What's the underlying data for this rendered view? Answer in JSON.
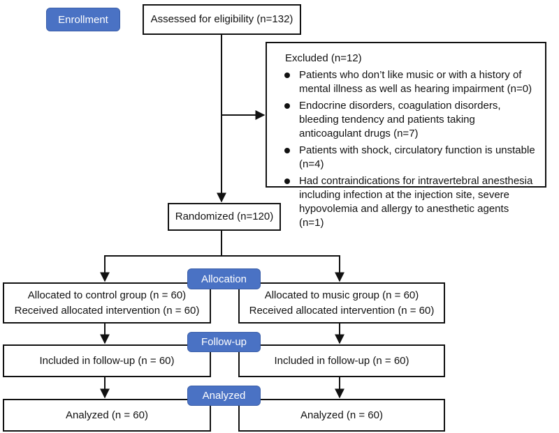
{
  "stages": {
    "enrollment": "Enrollment",
    "allocation": "Allocation",
    "follow_up": "Follow-up",
    "analyzed": "Analyzed"
  },
  "assessed": "Assessed for eligibility (n=132)",
  "excluded": {
    "title": "Excluded (n=12)",
    "items": [
      "Patients who don’t like music or with a history of mental illness as well as hearing impairment (n=0)",
      "Endocrine disorders, coagulation disorders, bleeding tendency and patients taking anticoagulant drugs (n=7)",
      "Patients with shock, circulatory function is unstable (n=4)",
      "Had contraindications for intravertebral anesthesia including infection at the injection site, severe hypovolemia and allergy to anesthetic agents (n=1)"
    ]
  },
  "randomized": "Randomized (n=120)",
  "control": {
    "allocated": "Allocated to control group (n = 60)",
    "received": "Received allocated intervention (n = 60)",
    "followup": "Included in follow-up (n = 60)",
    "analyzed": "Analyzed (n = 60)"
  },
  "music": {
    "allocated": "Allocated to music group (n = 60)",
    "received": "Received allocated intervention (n = 60)",
    "followup": "Included in follow-up (n = 60)",
    "analyzed": "Analyzed (n = 60)"
  },
  "colors": {
    "stage_fill": "#4a72c4",
    "line": "#111111"
  }
}
